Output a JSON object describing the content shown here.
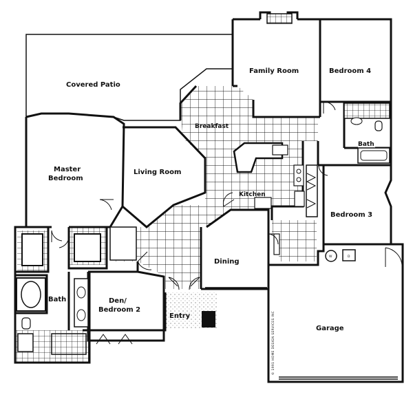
{
  "rooms": {
    "covered_patio": "Covered Patio",
    "family_room": "Family Room",
    "bedroom_4": "Bedroom 4",
    "breakfast": "Breakfast",
    "master_bedroom_line1": "Master",
    "master_bedroom_line2": "Bedroom",
    "living_room": "Living Room",
    "kitchen": "Kitchen",
    "bath_right": "Bath",
    "bedroom_3": "Bedroom 3",
    "dining": "Dining",
    "bath_left": "Bath",
    "den_line1": "Den/",
    "den_line2": "Bedroom 2",
    "entry": "Entry",
    "garage": "Garage"
  },
  "fixtures": {
    "washer": "W",
    "dryer": "D"
  },
  "credit": "© 1991 HOME DESIGN SERVICES INC"
}
